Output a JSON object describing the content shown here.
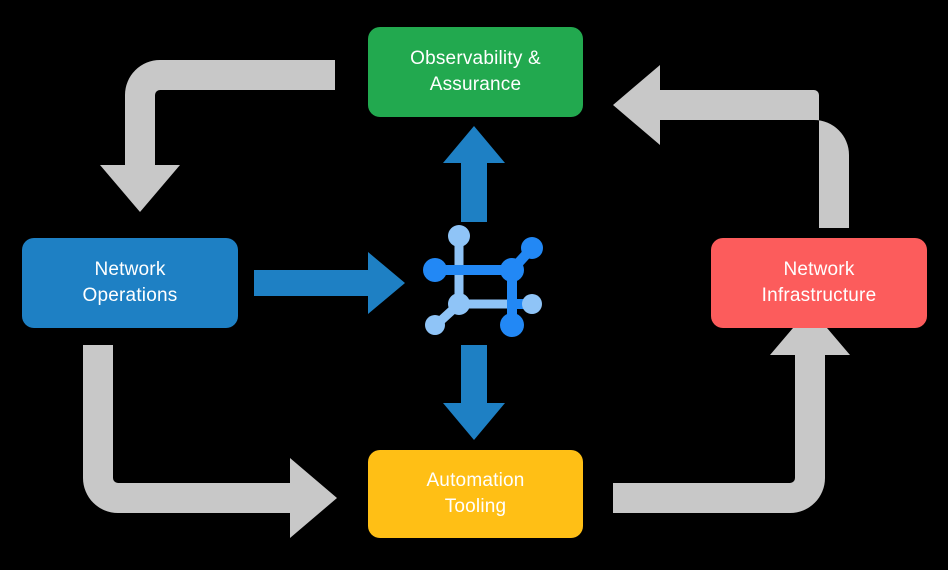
{
  "diagram": {
    "title": "Network automation lifecycle diagram",
    "background_color": "#000000",
    "nodes": [
      {
        "id": "observability",
        "label": "Observability & Assurance",
        "line1": "Observability &",
        "line2": "Assurance",
        "color": "#22A94F",
        "text_color": "#FFFFFF",
        "position": "top"
      },
      {
        "id": "operations",
        "label": "Network Operations",
        "line1": "Network",
        "line2": "Operations",
        "color": "#1E80C4",
        "text_color": "#FFFFFF",
        "position": "left"
      },
      {
        "id": "infrastructure",
        "label": "Network Infrastructure",
        "line1": "Network",
        "line2": "Infrastructure",
        "color": "#FC5C5C",
        "text_color": "#FFFFFF",
        "position": "right"
      },
      {
        "id": "automation",
        "label": "Automation Tooling",
        "line1": "Automation",
        "line2": "Tooling",
        "color": "#FFBF15",
        "text_color": "#FFFFFF",
        "position": "bottom"
      }
    ],
    "center_icon": {
      "name": "network-graph-icon",
      "light_color": "#8FC4F7",
      "dark_color": "#2288F5"
    },
    "blue_arrows": {
      "color": "#1E80C4",
      "items": [
        {
          "id": "center-to-observability",
          "direction": "up",
          "from": "center",
          "to": "observability"
        },
        {
          "id": "operations-to-center",
          "direction": "right",
          "from": "operations",
          "to": "center"
        },
        {
          "id": "center-to-automation",
          "direction": "down",
          "from": "center",
          "to": "automation"
        }
      ]
    },
    "gray_arrows": {
      "color": "#C8C8C8",
      "items": [
        {
          "id": "observability-to-operations",
          "from": "observability",
          "to": "operations",
          "head": "down"
        },
        {
          "id": "infrastructure-to-observability",
          "from": "infrastructure",
          "to": "observability",
          "head": "left"
        },
        {
          "id": "operations-to-automation",
          "from": "operations",
          "to": "automation",
          "head": "right"
        },
        {
          "id": "automation-to-infrastructure",
          "from": "automation",
          "to": "infrastructure",
          "head": "up"
        }
      ]
    }
  }
}
